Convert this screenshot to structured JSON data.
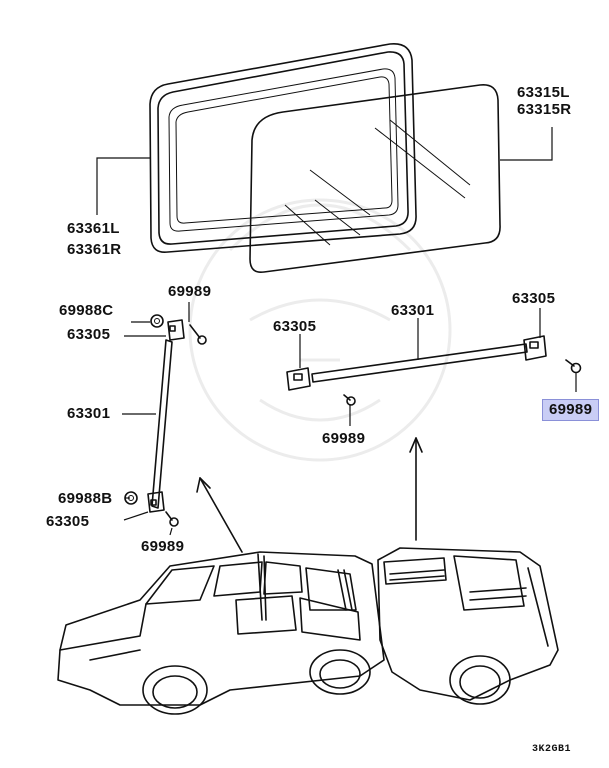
{
  "labels": {
    "p63315": "63315L",
    "p63315b": "63315R",
    "p63361": "63361L",
    "p63361b": "63361R",
    "p69989_top": "69989",
    "p69988c": "69988C",
    "p63305_left_top": "63305",
    "p63305_mid": "63305",
    "p63301_top": "63301",
    "p63305_right": "63305",
    "p69989_selected": "69989",
    "p69989_mid": "69989",
    "p63301_left": "63301",
    "p69988b": "69988B",
    "p63305_left_bottom": "63305",
    "p69989_bottom": "69989",
    "diagram_code": "3K2GB1"
  },
  "colors": {
    "highlight": "#c9cdf5",
    "ink": "#111111"
  }
}
